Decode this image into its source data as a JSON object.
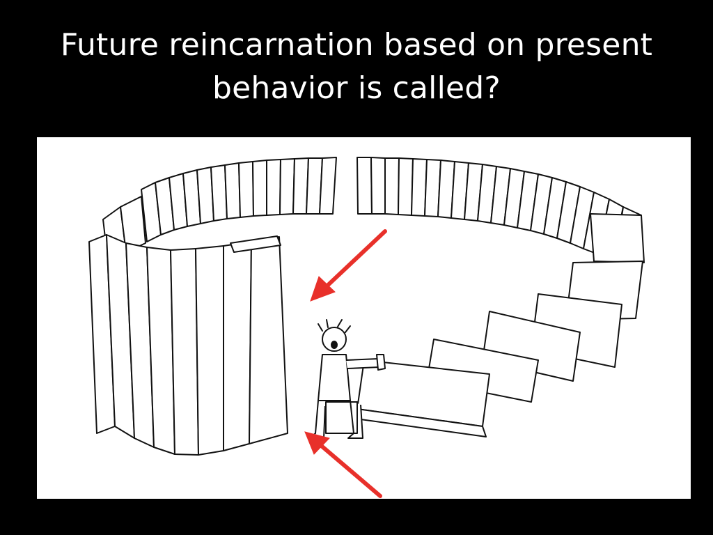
{
  "slide": {
    "title_line_1": "Future reincarnation based on present",
    "title_line_2": "behavior is called?"
  },
  "illustration": {
    "subject": "domino-ring-cartoon",
    "arrow_color": "#e8302a",
    "ink_color": "#111111",
    "background_color": "#ffffff"
  }
}
